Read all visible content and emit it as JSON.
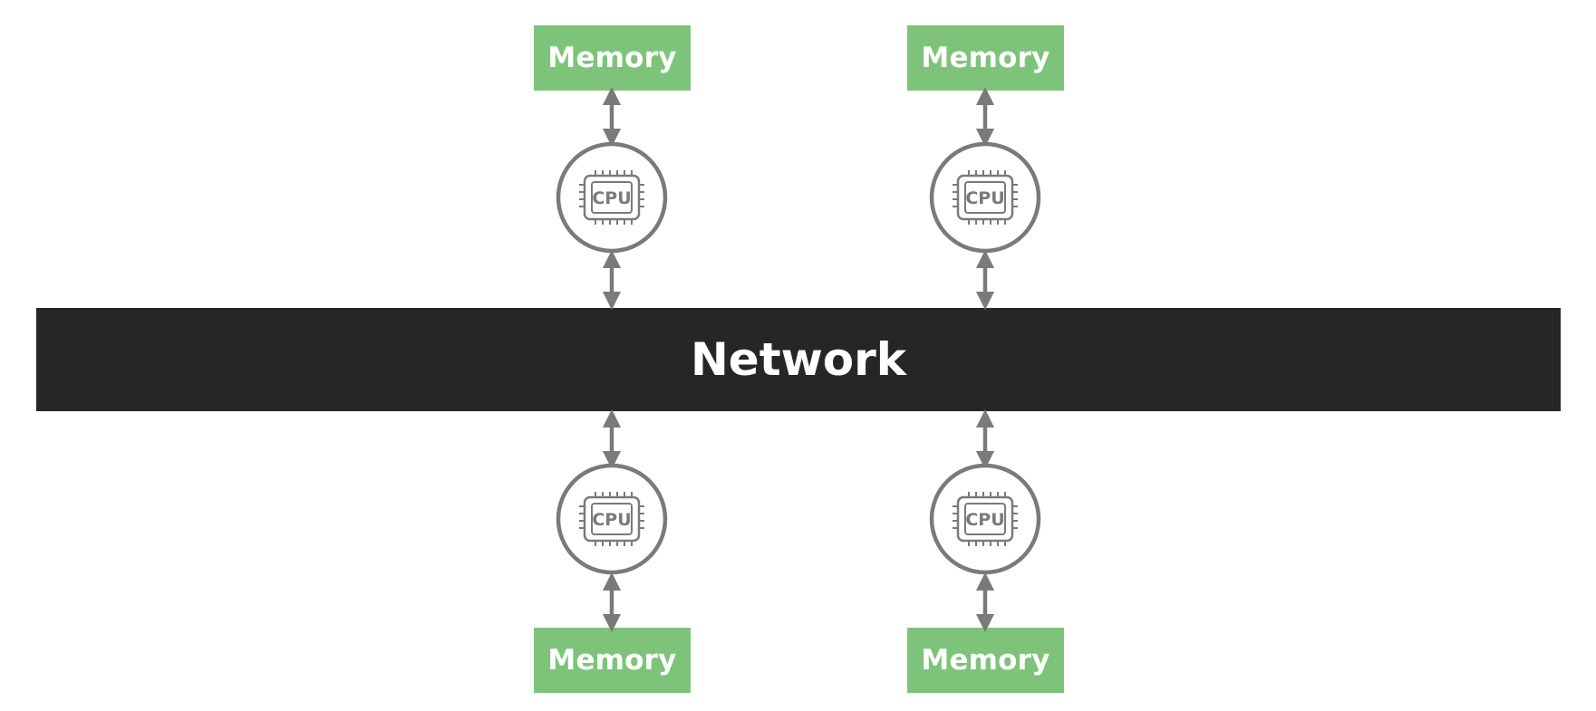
{
  "diagram": {
    "network": {
      "label": "Network",
      "color": "#262626"
    },
    "memory": {
      "top_left": "Memory",
      "top_right": "Memory",
      "bottom_left": "Memory",
      "bottom_right": "Memory",
      "color": "#7dc47a"
    },
    "cpu": {
      "top_left": "CPU",
      "top_right": "CPU",
      "bottom_left": "CPU",
      "bottom_right": "CPU",
      "icon": "cpu-chip-icon"
    },
    "connector_color": "#7a7a7a"
  }
}
